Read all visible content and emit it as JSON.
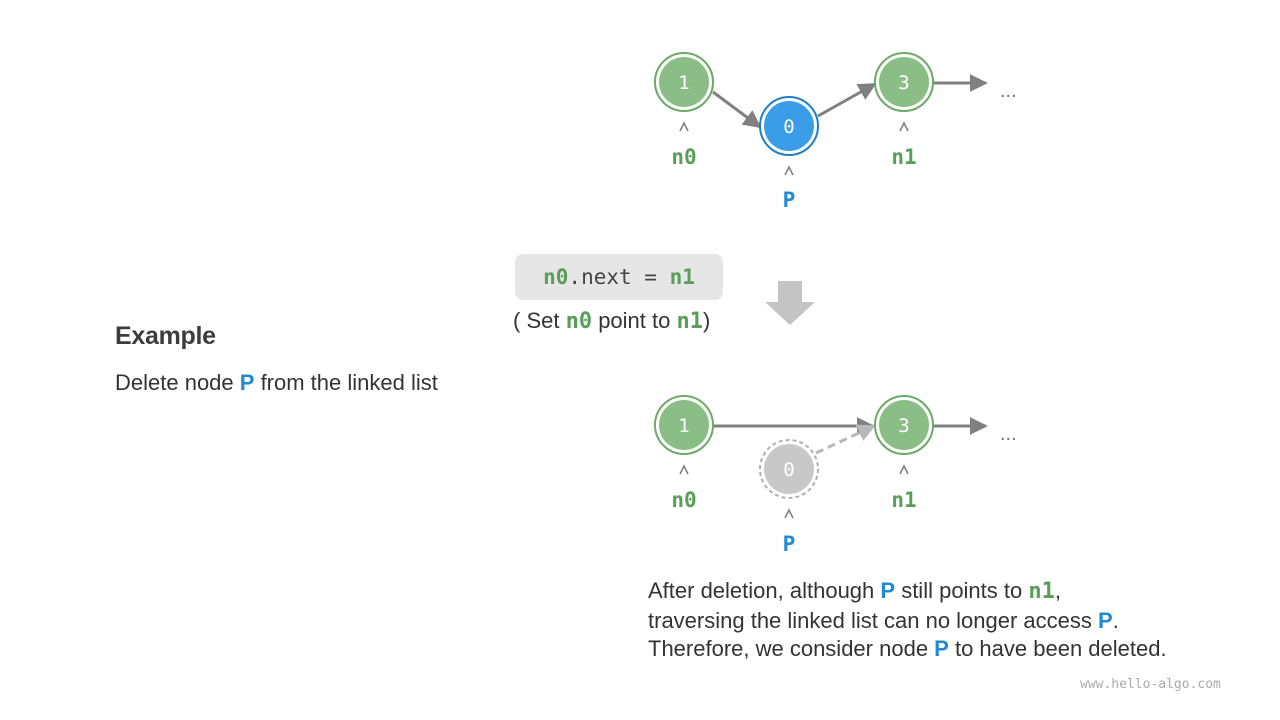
{
  "colors": {
    "node_green": "#8bbe87",
    "node_green_ring": "#6aaa65",
    "node_blue": "#3b9de8",
    "node_blue_ring": "#1c7fcc",
    "node_gray": "#c8c8c8",
    "node_gray_ring": "#b0b0b0",
    "arrow": "#808080",
    "label_green": "#5a9e5a",
    "label_blue": "#1f8ad6",
    "code_bg": "#e6e6e6"
  },
  "before": {
    "nodes": [
      "1",
      "0",
      "3"
    ],
    "pointer_labels": {
      "n0": "n0",
      "p": "P",
      "n1": "n1"
    },
    "ellipsis": "..."
  },
  "code": {
    "var1": "n0",
    "op": ".next = ",
    "var2": "n1"
  },
  "caption": {
    "open": "( Set ",
    "var1": "n0",
    "mid": " point to ",
    "var2": "n1",
    "close": ")"
  },
  "after": {
    "nodes": [
      "1",
      "0",
      "3"
    ],
    "pointer_labels": {
      "n0": "n0",
      "p": "P",
      "n1": "n1"
    },
    "ellipsis": "..."
  },
  "example": {
    "title": "Example",
    "desc_before": "Delete node ",
    "desc_p": "P",
    "desc_after": " from the linked list"
  },
  "note": {
    "line1": {
      "a": "After deletion, although ",
      "p": "P",
      "b": " still points to ",
      "n1": "n1",
      "c": ","
    },
    "line2": {
      "a": "traversing the linked list can no longer access ",
      "p": "P",
      "b": "."
    },
    "line3": {
      "a": "Therefore, we consider node ",
      "p": "P",
      "b": " to have been deleted."
    }
  },
  "watermark": "www.hello-algo.com"
}
